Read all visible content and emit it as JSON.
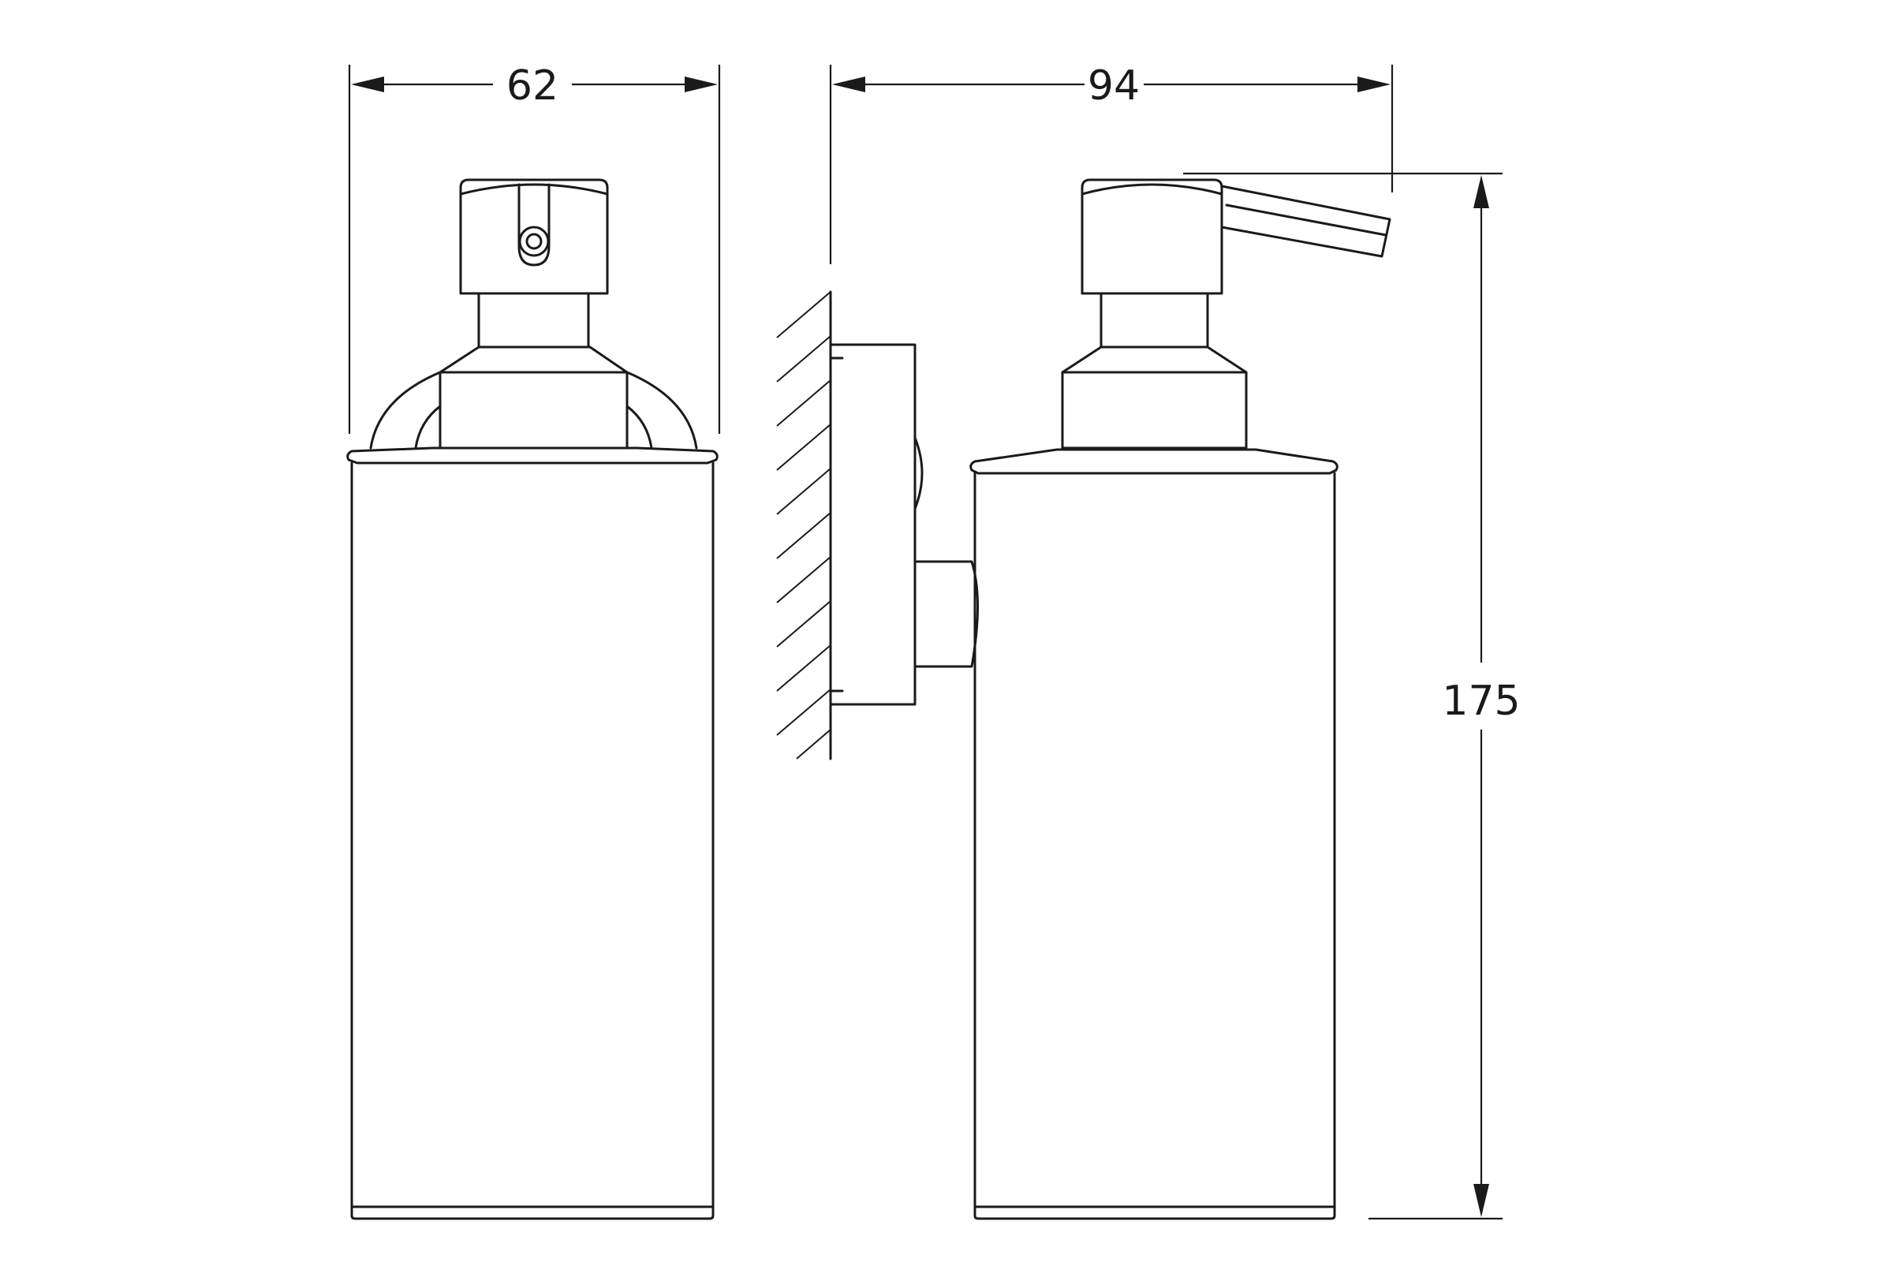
{
  "dimensions": {
    "width_label": "62",
    "depth_label": "94",
    "height_label": "175"
  },
  "colors": {
    "line": "#1a1a1a",
    "background": "#ffffff"
  }
}
